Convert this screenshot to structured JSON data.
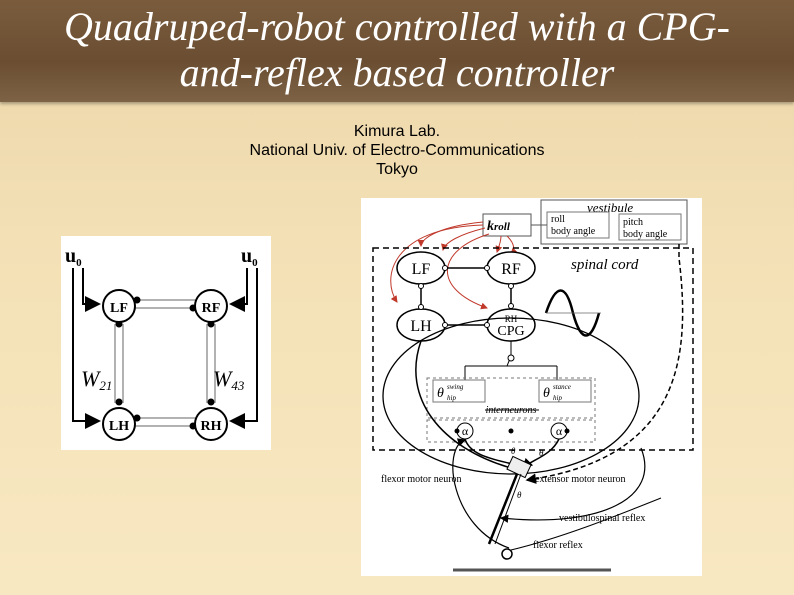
{
  "slide": {
    "title_line1": "Quadruped-robot controlled with a CPG-",
    "title_line2": "and-reflex based controller",
    "affiliation": [
      "Kimura Lab.",
      "National Univ. of Electro-Communications",
      "Tokyo"
    ]
  },
  "left_figure": {
    "input_left": "u",
    "input_left_sub": "0",
    "input_right": "u",
    "input_right_sub": "0",
    "nodes": {
      "lf": "LF",
      "rf": "RF",
      "lh": "LH",
      "rh": "RH"
    },
    "weight_left": "W",
    "weight_left_sub": "21",
    "weight_right": "W",
    "weight_right_sub": "43"
  },
  "right_figure": {
    "vestibule_label": "vestibule",
    "kroll_k": "k",
    "kroll_sub": "roll",
    "roll_label": "roll",
    "body_angle_left": "body angle",
    "pitch_label": "pitch",
    "body_angle_right": "body angle",
    "spinal_cord_label": "spinal cord",
    "lf": "LF",
    "rf": "RF",
    "lh": "LH",
    "rh_top": "RH",
    "rh_bottom": "CPG",
    "theta_swing_sup": "swing",
    "theta_swing_sub": "hip",
    "theta_stance_sup": "stance",
    "theta_stance_sub": "hip",
    "theta_symbol": "θ",
    "interneurons_label": "interneurons",
    "alpha_symbol": "α",
    "flexor_motor_neuron": "flexor motor neuron",
    "extensor_motor_neuron": "extensor motor neuron",
    "vestibulospinal_reflex": "vestibulospinal reflex",
    "flexor_reflex": "flexor reflex"
  }
}
